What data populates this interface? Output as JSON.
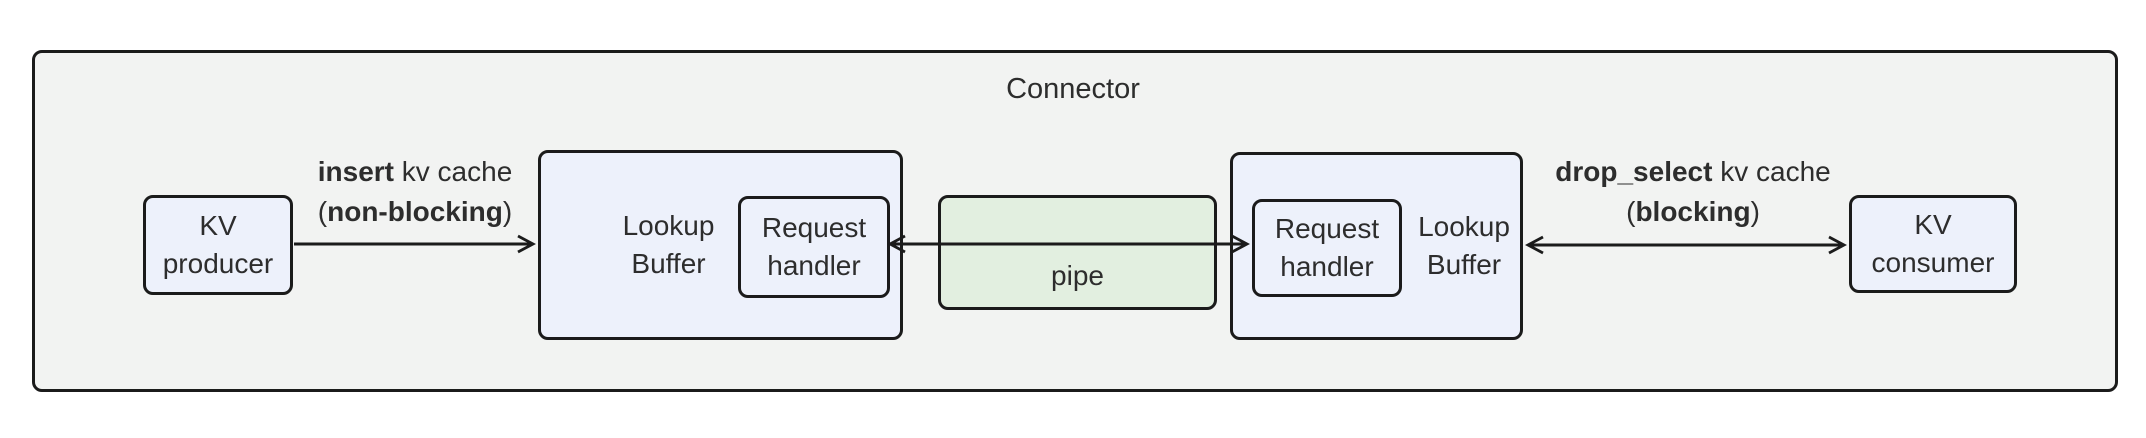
{
  "diagram": {
    "title": "Connector",
    "nodes": {
      "kv_producer": {
        "line1": "KV",
        "line2": "producer"
      },
      "lookup_buffer_left": {
        "line1": "Lookup",
        "line2": "Buffer"
      },
      "request_handler_left": {
        "line1": "Request",
        "line2": "handler"
      },
      "pipe": {
        "label": "pipe"
      },
      "request_handler_right": {
        "line1": "Request",
        "line2": "handler"
      },
      "lookup_buffer_right": {
        "line1": "Lookup",
        "line2": "Buffer"
      },
      "kv_consumer": {
        "line1": "KV",
        "line2": "consumer"
      }
    },
    "edges": {
      "insert": {
        "bold": "insert",
        "rest": " kv cache",
        "open_paren": "(",
        "bold2": "non-blocking",
        "close_paren": ")"
      },
      "drop_select": {
        "bold": "drop_select",
        "rest": " kv cache",
        "open_paren": "(",
        "bold2": "blocking",
        "close_paren": ")"
      }
    },
    "colors": {
      "node_fill": "#edf1fb",
      "pipe_fill": "#e2efe0",
      "container_fill": "#f2f3f2",
      "border": "#1b1b1b",
      "text": "#2d2d2d"
    }
  }
}
